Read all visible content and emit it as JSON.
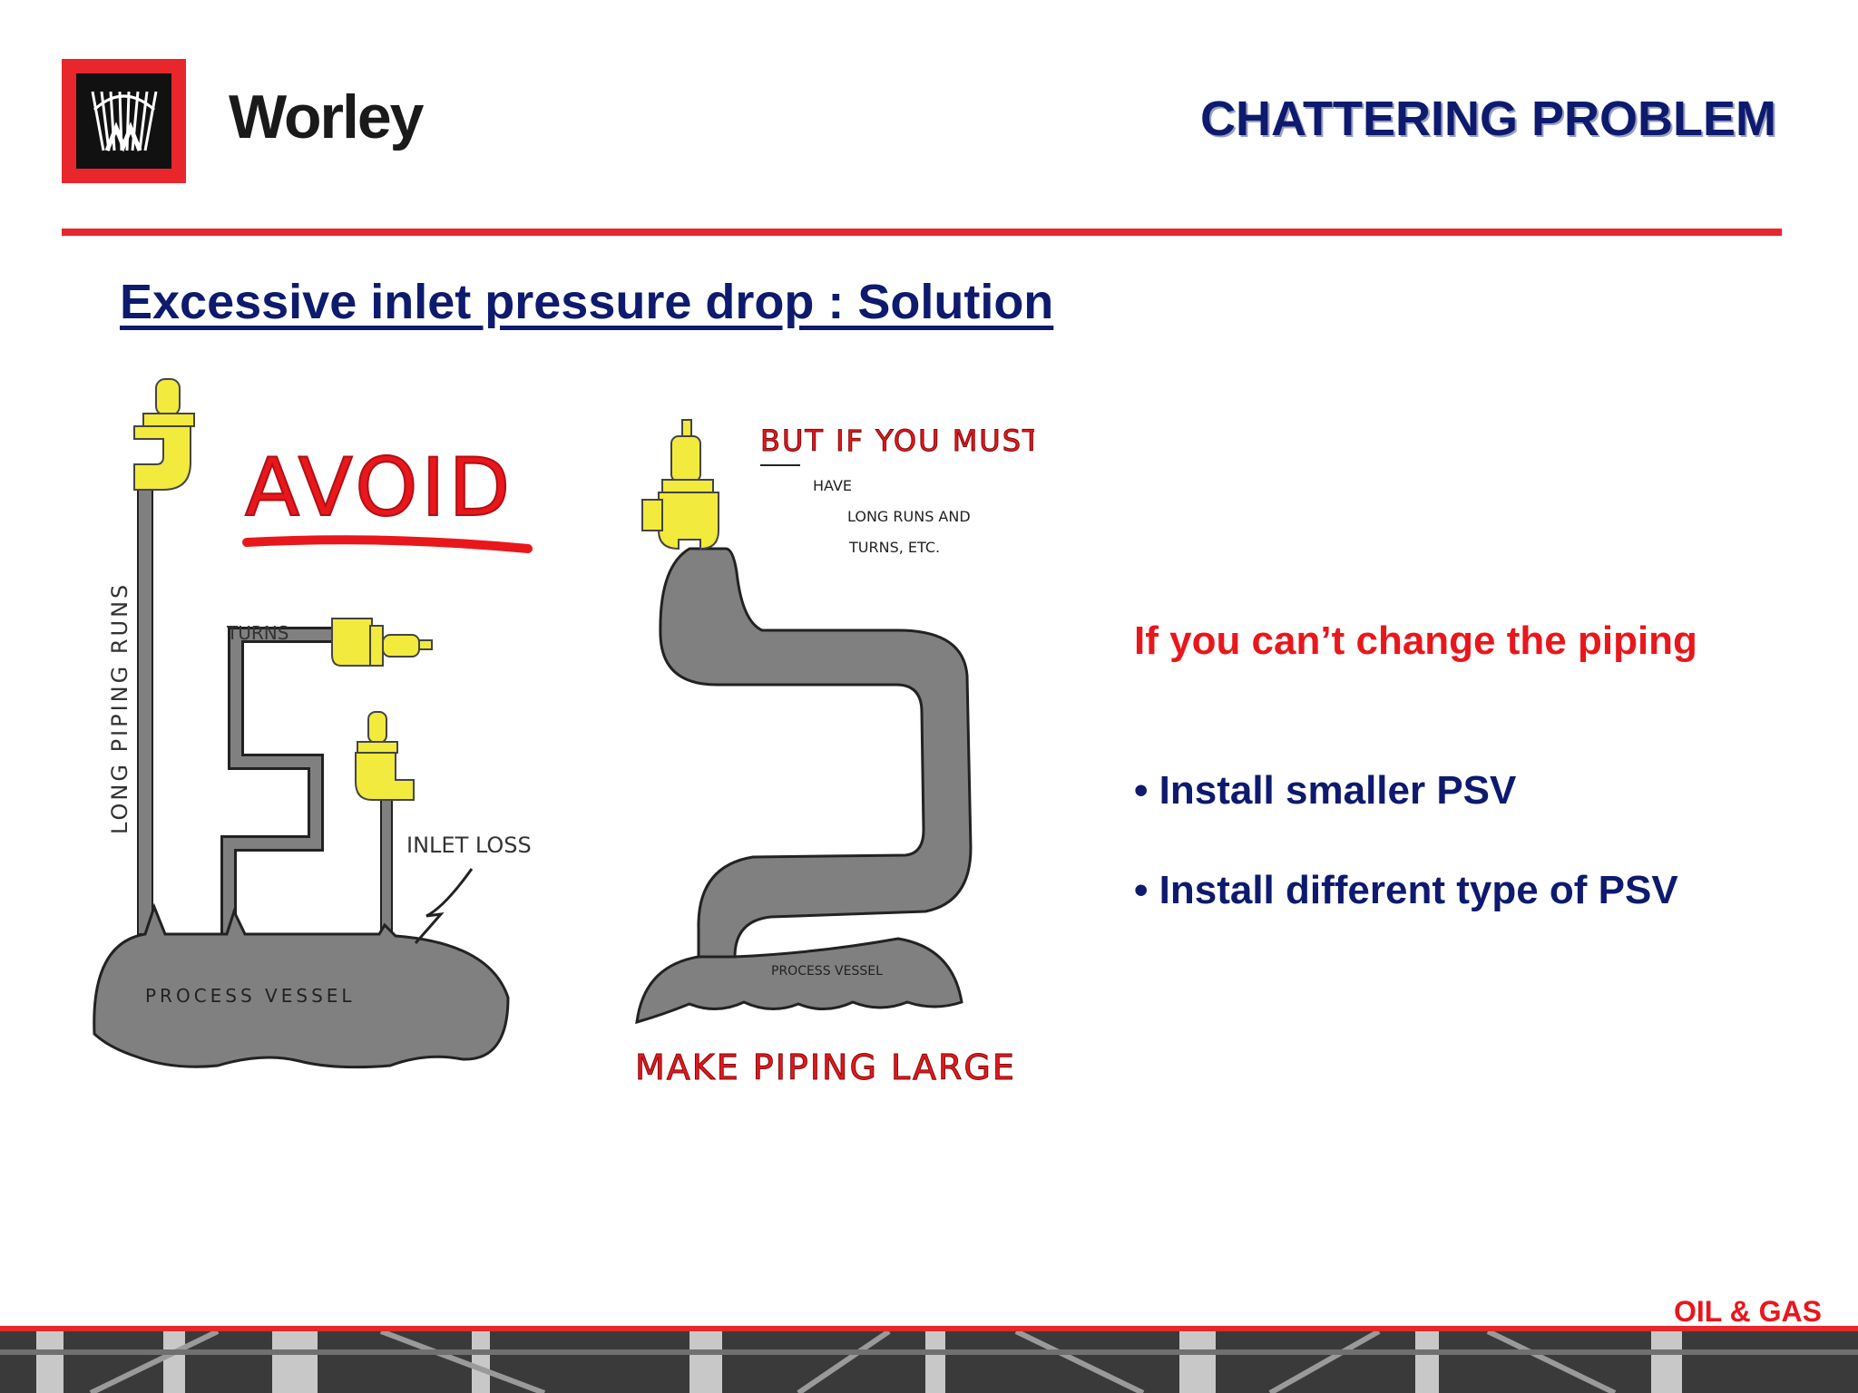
{
  "header": {
    "brand": "Worley",
    "title": "CHATTERING PROBLEM"
  },
  "subtitle": "Excessive inlet pressure drop : Solution",
  "diagram_left": {
    "heading": "AVOID",
    "label_long_runs": "LONG PIPING RUNS",
    "label_turns": "TURNS",
    "label_inlet_loss": "INLET LOSS",
    "label_vessel": "PROCESS VESSEL"
  },
  "diagram_right": {
    "heading": "BUT IF YOU MUST",
    "note_line1": "HAVE",
    "note_line2": "LONG RUNS AND",
    "note_line3": "TURNS, ETC.",
    "label_vessel": "PROCESS VESSEL",
    "footer": "MAKE PIPING LARGE"
  },
  "solution": {
    "callout": "If you can’t change the piping",
    "bullets": [
      "• Install smaller PSV",
      "• Install different type of PSV"
    ]
  },
  "footer": {
    "label": "OIL & GAS"
  },
  "colors": {
    "brand_red": "#e8262b",
    "navy": "#0d1a6e",
    "valve_yellow": "#f2ea3c",
    "pipe_gray": "#808080"
  }
}
